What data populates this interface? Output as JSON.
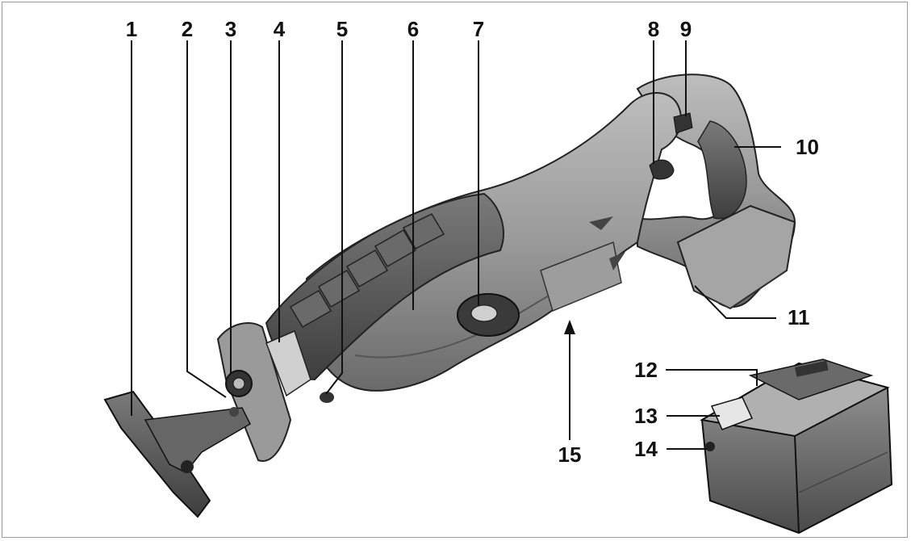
{
  "figure": {
    "labels": [
      "1",
      "2",
      "3",
      "4",
      "5",
      "6",
      "7",
      "8",
      "9",
      "10",
      "11",
      "12",
      "13",
      "14",
      "15"
    ]
  },
  "colors": {
    "line": "#111111",
    "body_dark": "#5a5a5a",
    "body_mid": "#8c8c8c",
    "body_light": "#b8b8b8",
    "body_lighter": "#d2d2d2"
  }
}
